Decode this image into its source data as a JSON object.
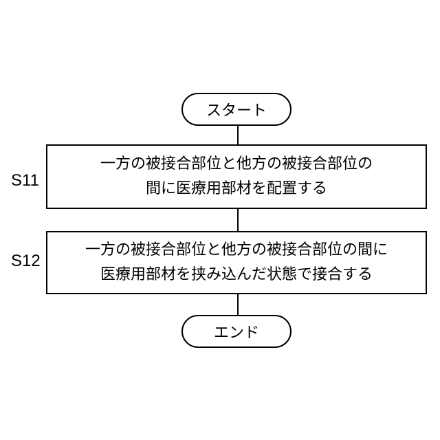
{
  "flowchart": {
    "start": {
      "label": "スタート"
    },
    "steps": [
      {
        "id": "S11",
        "lines": [
          "一方の被接合部位と他方の被接合部位の",
          "間に医療用部材を配置する"
        ]
      },
      {
        "id": "S12",
        "lines": [
          "一方の被接合部位と他方の被接合部位の間に",
          "医療用部材を挟み込んだ状態で接合する"
        ]
      }
    ],
    "end": {
      "label": "エンド"
    }
  }
}
